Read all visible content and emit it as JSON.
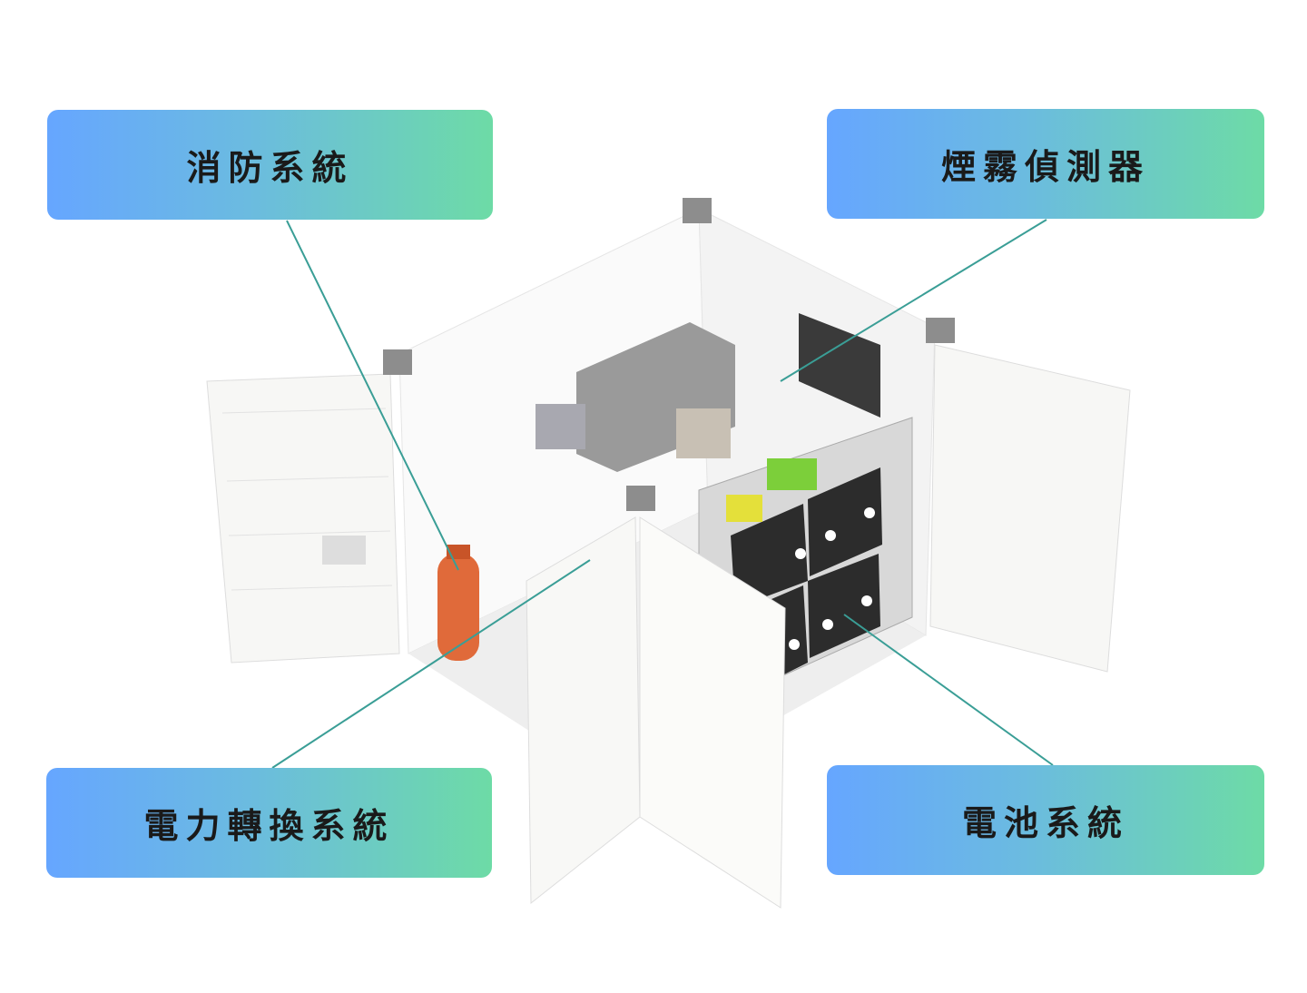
{
  "labels": {
    "fire": "消防系統",
    "smoke": "煙霧偵測器",
    "power": "電力轉換系統",
    "battery": "電池系統"
  },
  "colors": {
    "gradient_start": "#66a6ff",
    "gradient_end": "#6ddba6",
    "leader_line": "#3a9e96"
  }
}
